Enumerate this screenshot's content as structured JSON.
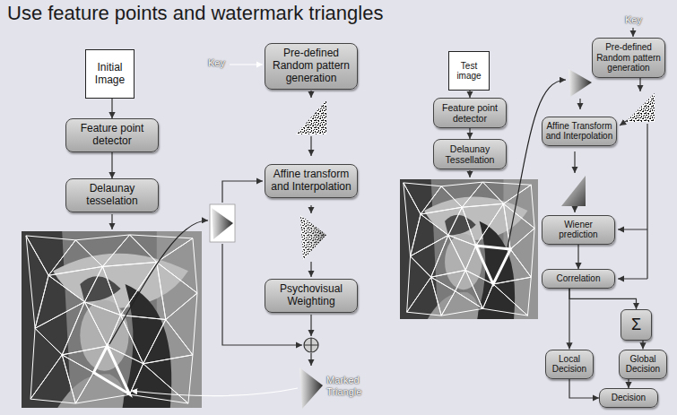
{
  "diagram": {
    "title": "Use feature points and watermark triangles",
    "nodes": [
      {
        "text": [
          "Initial Image"
        ]
      },
      {
        "text": [
          "Feature point detector"
        ]
      },
      {
        "text": [
          "Delaunay tesselation"
        ]
      },
      {
        "text": [
          "Pre-defined Random pattern generation"
        ]
      },
      {
        "text": [
          "Affine transform and Interpolation"
        ]
      },
      {
        "text": [
          "Psychovisual Weighting"
        ]
      },
      {
        "text": [
          "Test image"
        ]
      },
      {
        "text": [
          "Pre-defined Random pattern generation"
        ]
      },
      {
        "text": [
          "Feature point detector"
        ]
      },
      {
        "text": [
          "Delaunay Tessellation"
        ]
      },
      {
        "text": [
          "Affine Transform and Interpolation"
        ]
      },
      {
        "text": [
          "Wiener prediction"
        ]
      },
      {
        "text": [
          "Correlation"
        ]
      },
      {
        "text": [
          "Σ"
        ]
      },
      {
        "text": [
          "Local Decision"
        ]
      },
      {
        "text": [
          "Global Decision"
        ]
      },
      {
        "text": [
          "Decision"
        ]
      }
    ],
    "edges": [
      {
        "from": 0,
        "to": 1,
        "arrow": "to"
      },
      {
        "from": 1,
        "to": 2,
        "arrow": "to"
      },
      {
        "from": 6,
        "to": 8,
        "arrow": "to"
      },
      {
        "from": 8,
        "to": 9,
        "arrow": "to"
      },
      {
        "from": 11,
        "to": 12,
        "arrow": "to"
      },
      {
        "from": 12,
        "to": 14,
        "arrow": "to"
      },
      {
        "from": 12,
        "to": 13,
        "arrow": "to"
      },
      {
        "from": 13,
        "to": 15,
        "arrow": "to"
      },
      {
        "from": 14,
        "to": 16,
        "arrow": "to"
      },
      {
        "from": 15,
        "to": 16,
        "arrow": "to"
      }
    ],
    "labels": [
      "Key",
      "Marked Triangle",
      "Key"
    ]
  }
}
